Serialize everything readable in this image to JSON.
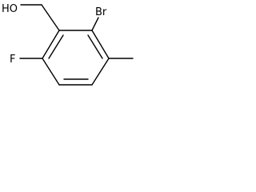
{
  "molecule": {
    "atoms": {
      "hydroxyl": "HO",
      "bromine": "Br",
      "fluorine": "F"
    }
  }
}
